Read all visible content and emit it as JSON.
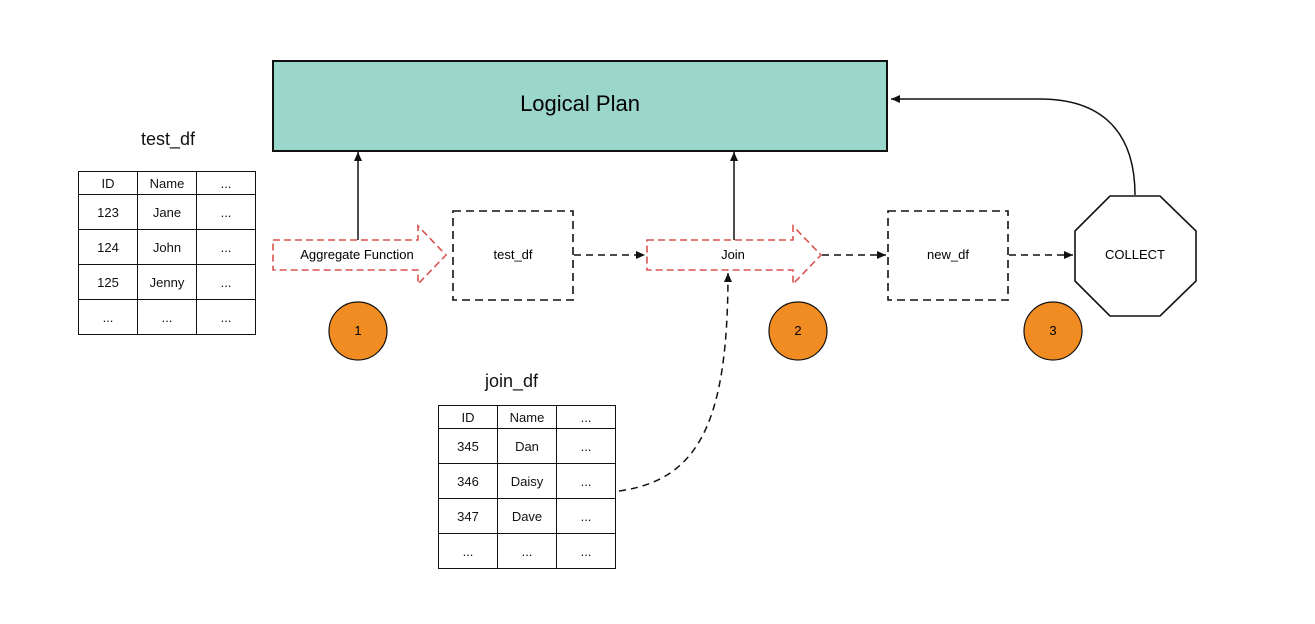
{
  "logical_plan": {
    "label": "Logical Plan",
    "fill": "#9bd6cb"
  },
  "test_df_table": {
    "title": "test_df",
    "headers": [
      "ID",
      "Name",
      "..."
    ],
    "rows": [
      [
        "123",
        "Jane",
        "..."
      ],
      [
        "124",
        "John",
        "..."
      ],
      [
        "125",
        "Jenny",
        "..."
      ],
      [
        "...",
        "...",
        "..."
      ]
    ]
  },
  "join_df_table": {
    "title": "join_df",
    "headers": [
      "ID",
      "Name",
      "..."
    ],
    "rows": [
      [
        "345",
        "Dan",
        "..."
      ],
      [
        "346",
        "Daisy",
        "..."
      ],
      [
        "347",
        "Dave",
        "..."
      ],
      [
        "...",
        "...",
        "..."
      ]
    ]
  },
  "operations": {
    "aggregate": "Aggregate Function",
    "join": "Join",
    "arrow_color": "#d9534f"
  },
  "dataframes": {
    "test_df": "test_df",
    "new_df": "new_df"
  },
  "action": {
    "label": "COLLECT"
  },
  "steps": {
    "color": "#f08c22",
    "labels": [
      "1",
      "2",
      "3"
    ]
  }
}
